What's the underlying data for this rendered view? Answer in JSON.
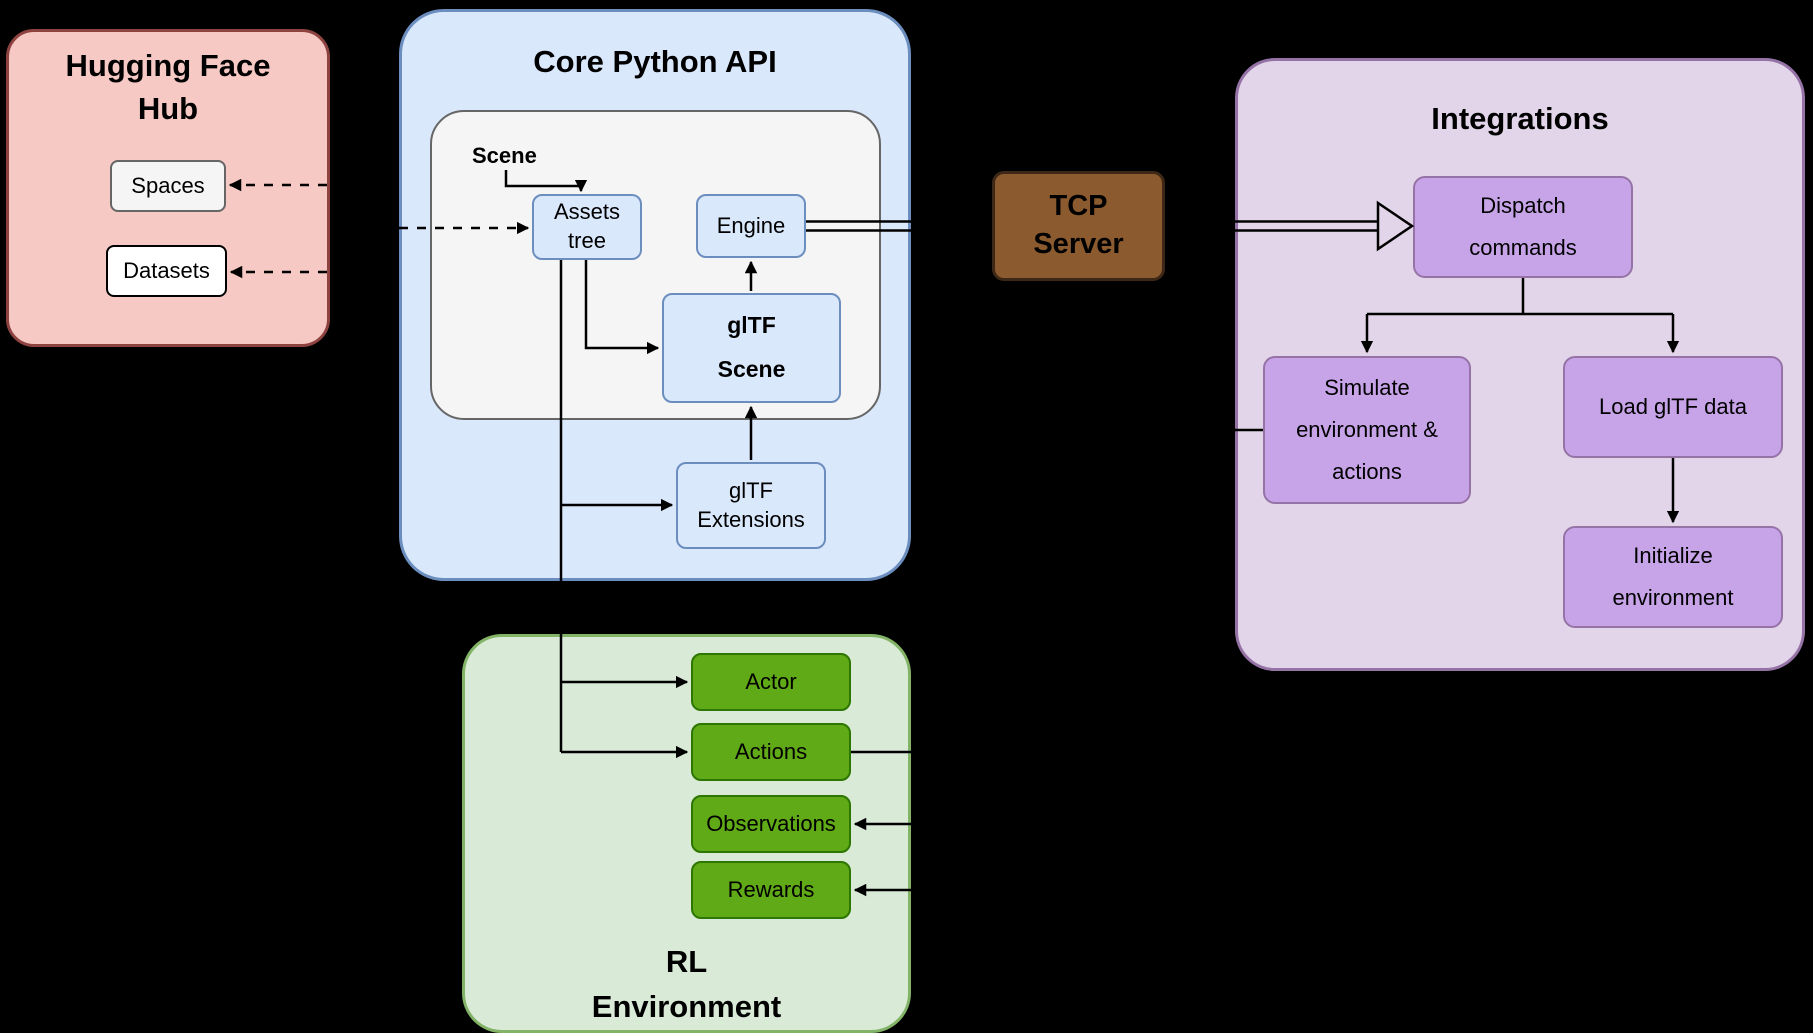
{
  "diagram": {
    "hugging_face_hub": {
      "title": "Hugging Face Hub",
      "spaces": "Spaces",
      "datasets": "Datasets"
    },
    "core_python_api": {
      "title": "Core Python API",
      "scene": "Scene",
      "assets_tree": "Assets tree",
      "engine": "Engine",
      "gltf_scene": "glTF Scene",
      "gltf_extensions": "glTF Extensions"
    },
    "tcp_server": {
      "label": "TCP Server"
    },
    "integrations": {
      "title": "Integrations",
      "dispatch_commands": "Dispatch commands",
      "simulate_environment": "Simulate environment & actions",
      "load_gltf_data": "Load glTF data",
      "initialize_environment": "Initialize environment"
    },
    "rl_environment": {
      "title": "RL Environment",
      "actor": "Actor",
      "actions": "Actions",
      "observations": "Observations",
      "rewards": "Rewards"
    }
  },
  "colors": {
    "background": "#000000",
    "hub_fill": "#f6c9c5",
    "hub_border": "#8f4340",
    "core_fill": "#dae8fc",
    "core_border": "#6c8ebf",
    "scene_container_fill": "#f5f5f5",
    "scene_container_border": "#666666",
    "tcp_fill": "#8b5a2e",
    "tcp_border": "#3d2817",
    "integrations_fill": "#e2d5e9",
    "integrations_border": "#9673a6",
    "integration_node_fill": "#c7a4e8",
    "rl_fill": "#d9ead7",
    "rl_border": "#82b366",
    "rl_node_fill": "#60a917",
    "rl_node_border": "#2d7600",
    "connector": "#000000"
  }
}
